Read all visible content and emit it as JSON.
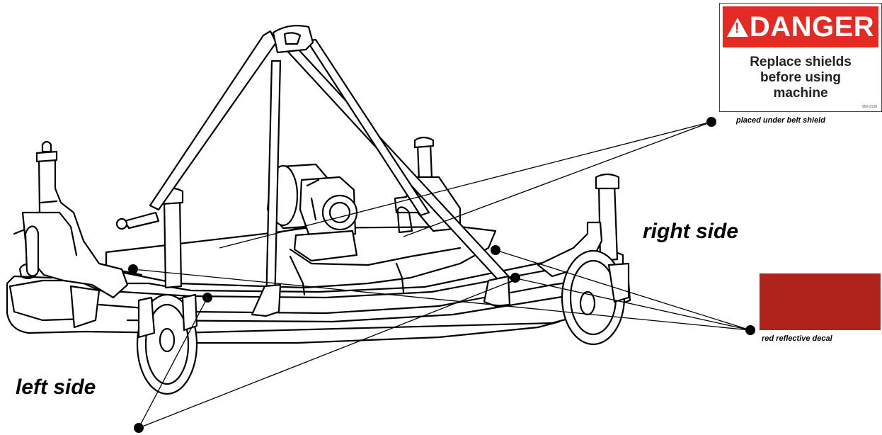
{
  "labels": {
    "left_side": "left side",
    "right_side": "right side",
    "placed_under_belt_shield": "placed under belt shield",
    "red_reflective_decal": "red reflective decal"
  },
  "danger_decal": {
    "header": "DANGER",
    "body_lines": [
      "Replace shields",
      "before using",
      "machine"
    ],
    "code": "950-2138",
    "header_color": "#e32b24"
  },
  "red_decal": {
    "color": "#b0221c"
  }
}
